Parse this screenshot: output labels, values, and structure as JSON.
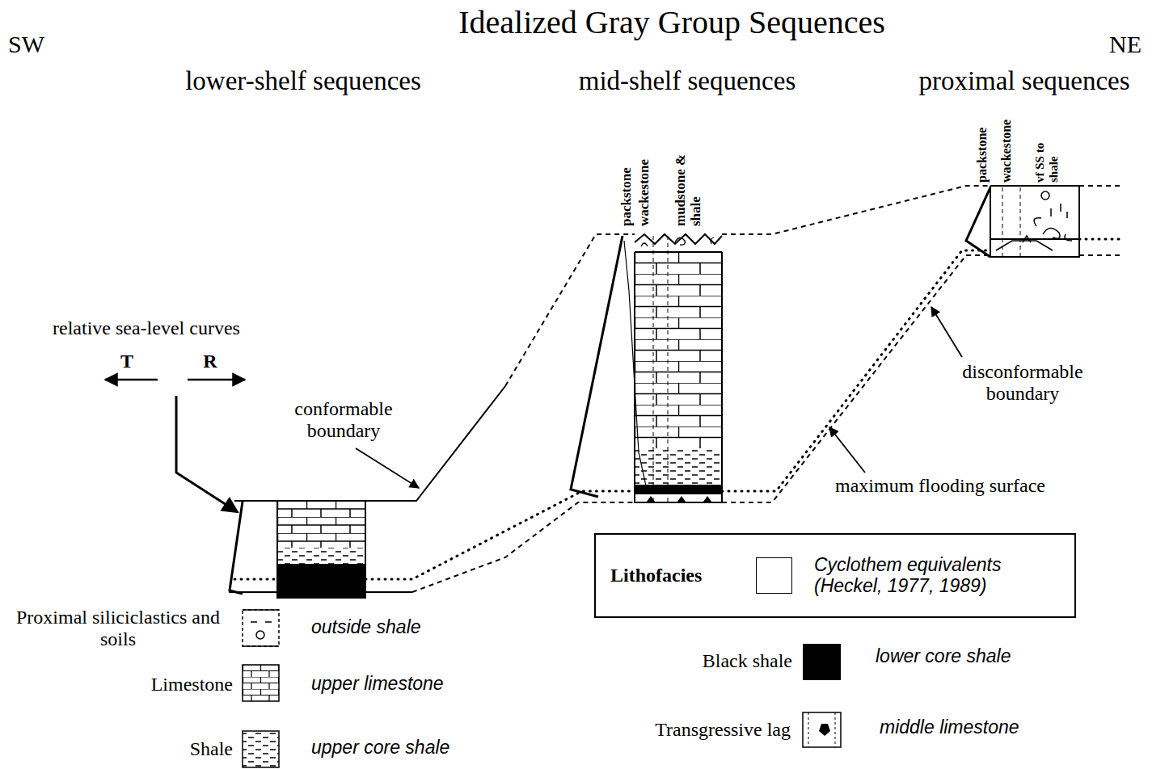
{
  "diagram": {
    "title": "Idealized Gray Group Sequences",
    "nodes": [
      {
        "text": [
          "Lithofacies",
          "Cyclothem equivalents (Heckel, 1977, 1989)"
        ]
      }
    ],
    "labels": [
      "SW",
      "NE",
      "lower-shelf sequences",
      "mid-shelf sequences",
      "proximal sequences",
      "relative sea-level curves",
      "T",
      "R",
      "conformable boundary",
      "packstone",
      "wackestone",
      "mudstone & shale",
      "packstone",
      "wackestone",
      "vf SS to shale",
      "disconformable boundary",
      "maximum flooding surface",
      "outside shale",
      "upper limestone",
      "upper core shale",
      "lower core shale",
      "middle limestone"
    ],
    "legend": [
      {
        "text": "Proximal siliciclastics and soils"
      },
      {
        "text": "Limestone"
      },
      {
        "text": "Shale"
      },
      {
        "text": "Black shale",
        "color": "#000000"
      },
      {
        "text": "Transgressive lag"
      }
    ]
  }
}
